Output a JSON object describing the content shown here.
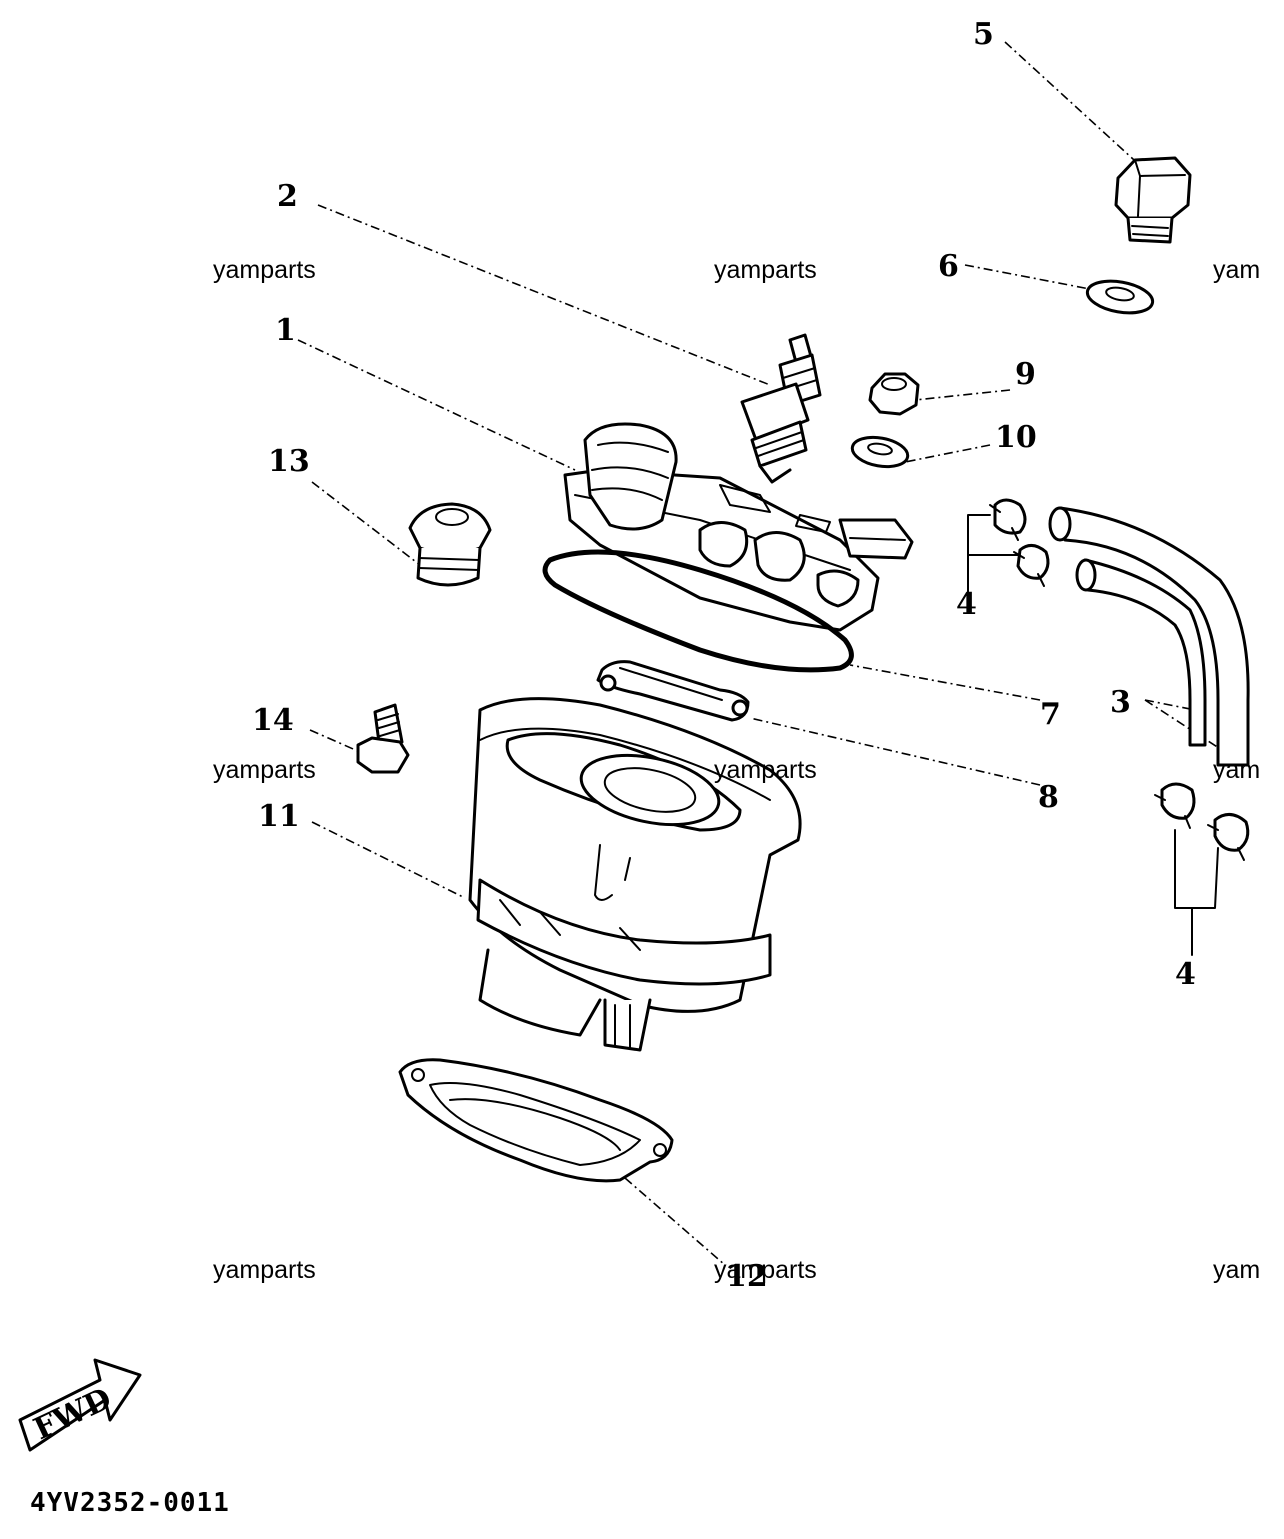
{
  "callouts": {
    "n1": "1",
    "n2": "2",
    "n3": "3",
    "n4a": "4",
    "n4b": "4",
    "n5": "5",
    "n6": "6",
    "n7": "7",
    "n8": "8",
    "n9": "9",
    "n10": "10",
    "n11": "11",
    "n12": "12",
    "n13": "13",
    "n14": "14"
  },
  "watermark": "yamparts",
  "watermark_cut": "yam",
  "fwd_label": "FWD",
  "diagram_code": "4YV2352-0011"
}
